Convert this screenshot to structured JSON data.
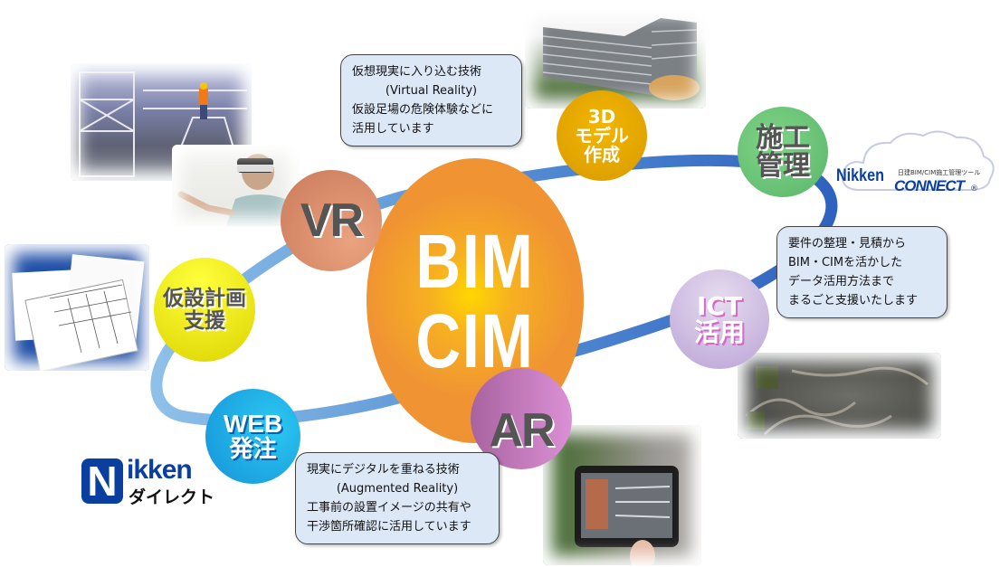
{
  "center": {
    "line1": "BIM",
    "line2": "CIM",
    "color": "#ee9232"
  },
  "nodes": [
    {
      "id": "vr",
      "lines": [
        "VR"
      ],
      "color": "#d9876a"
    },
    {
      "id": "3d-model",
      "lines": [
        "3D",
        "モデル",
        "作成"
      ],
      "color": "#e9a800"
    },
    {
      "id": "construction-management",
      "lines": [
        "施工",
        "管理"
      ],
      "color": "#6cc878"
    },
    {
      "id": "ict",
      "lines": [
        "ICT",
        "活用"
      ],
      "color": "#c5b0dd"
    },
    {
      "id": "ar",
      "lines": [
        "AR"
      ],
      "color": "#c983c4"
    },
    {
      "id": "web-order",
      "lines": [
        "WEB",
        "発注"
      ],
      "color": "#1eaee6"
    },
    {
      "id": "temporary-plan",
      "lines": [
        "仮設計画",
        "支援"
      ],
      "color": "#f1ea00"
    }
  ],
  "bubbles": {
    "vr": {
      "lines": [
        "仮想現実に入り込む技術",
        "(Virtual Reality)",
        "仮設足場の危険体験などに",
        "活用しています"
      ]
    },
    "ict": {
      "lines": [
        "要件の整理・見積から",
        "BIM・CIMを活かした",
        "データ活用方法まで",
        "まるごと支援いたします"
      ]
    },
    "ar": {
      "lines": [
        "現実にデジタルを重ねる技術",
        "(Augmented Reality)",
        "工事前の設置イメージの共有や",
        "干渉箇所確認に活用しています"
      ]
    }
  },
  "logos": {
    "connect": {
      "brand": "Nikken",
      "product": "CONNECT",
      "tagline": "日建BIM/CIM施工管理ツール",
      "mark": "®"
    },
    "direct": {
      "initial": "N",
      "brand": "ikken",
      "sub": "ダイレクト"
    }
  },
  "photos": {
    "vr_scaffold": "scaffold-vr-scene",
    "vr_person": "person-wearing-vr-headset",
    "model_3d": "3d-building-model",
    "drawings": "temporary-plan-drawings",
    "terrain": "ict-terrain-point-cloud",
    "ar_tablet": "ar-tablet-view"
  },
  "colors": {
    "ring": "#3f7fcf",
    "ring_light": "#8ec0e8",
    "bubble_bg": "#dde8f7",
    "node_text_dark": "#555555"
  }
}
